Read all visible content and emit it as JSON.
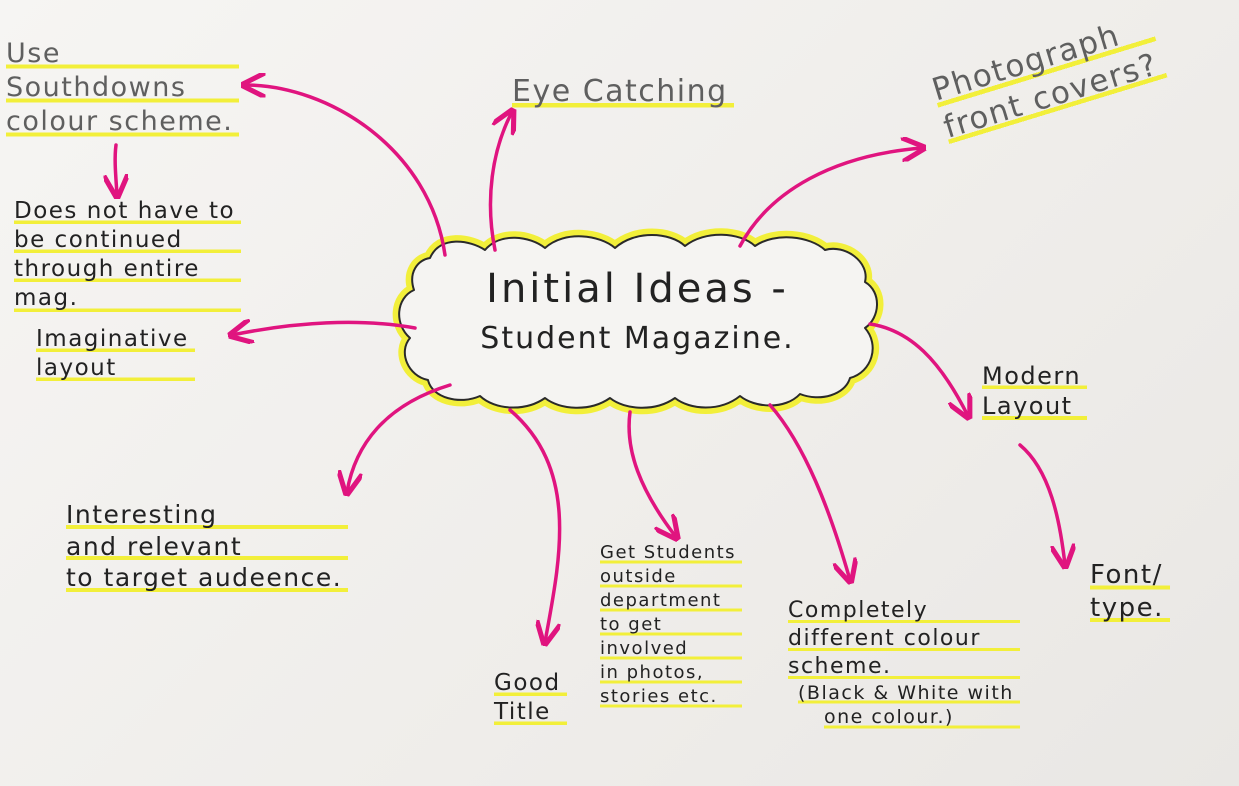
{
  "center": {
    "line1": "Initial Ideas -",
    "line2": "Student Magazine."
  },
  "ideas": {
    "southdowns": [
      "Use",
      "Southdowns",
      "colour scheme."
    ],
    "not_continued": [
      "Does not have to",
      "be continued",
      "through entire",
      "mag."
    ],
    "imaginative": [
      "Imaginative",
      "layout"
    ],
    "eye_catching": [
      "Eye Catching"
    ],
    "photograph": [
      "Photograph",
      "front covers?"
    ],
    "modern": [
      "Modern",
      "Layout"
    ],
    "font": [
      "Font/",
      "type."
    ],
    "interesting": [
      "Interesting",
      "and relevant",
      "to target audeence."
    ],
    "good_title": [
      "Good",
      "Title"
    ],
    "get_students": [
      "Get Students",
      "outside",
      "department",
      "to get",
      "involved",
      "in photos,",
      "stories etc."
    ],
    "completely_different": [
      "Completely",
      "different colour",
      "scheme.",
      "(Black & White with",
      "one colour.)"
    ]
  },
  "colors": {
    "paper": "#f3f1ef",
    "arrow": "#e0147f",
    "highlight": "#f2ef3a",
    "ink": "#222222",
    "pencil": "#5f5f5f"
  }
}
